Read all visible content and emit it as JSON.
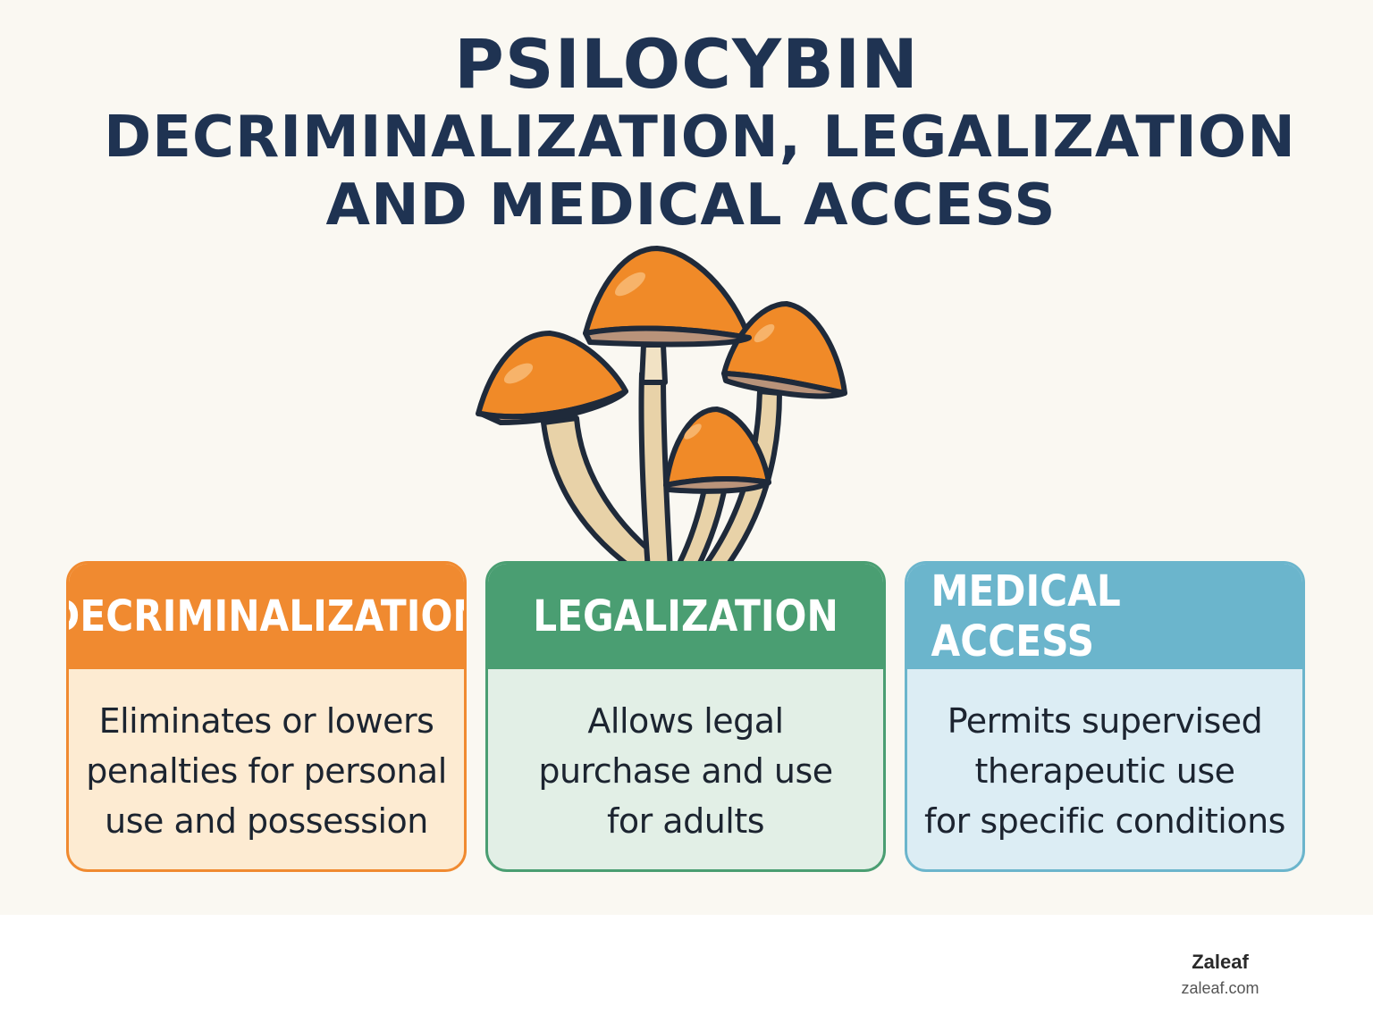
{
  "title": {
    "line1": "PSILOCYBIN",
    "line2": "DECRIMINALIZATION, LEGALIZATION",
    "line3": "AND MEDICAL ACCESS"
  },
  "illustration": {
    "icon": "mushroom-cluster-icon"
  },
  "cards": [
    {
      "heading": "DECRIMINALIZATION",
      "body": [
        "Eliminates or lowers",
        "penalties for personal",
        "use and possession"
      ],
      "color": "#f08a30"
    },
    {
      "heading": "LEGALIZATION",
      "body": [
        "Allows legal",
        "purchase and use",
        "for adults"
      ],
      "color": "#4a9e72"
    },
    {
      "heading": "MEDICAL ACCESS",
      "body": [
        "Permits supervised",
        "therapeutic use",
        "for specific conditions"
      ],
      "color": "#6bb5cc"
    }
  ],
  "brand": {
    "name": "Zaleaf",
    "url": "zaleaf.com"
  }
}
